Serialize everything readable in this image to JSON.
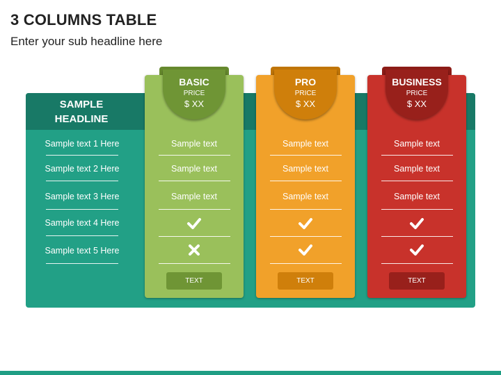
{
  "page": {
    "title": "3 COLUMNS TABLE",
    "subtitle": "Enter your sub headline here"
  },
  "features": {
    "headline": "SAMPLE\nHEADLINE",
    "rows": [
      "Sample text 1 Here",
      "Sample text 2 Here",
      "Sample text 3 Here",
      "Sample text 4 Here",
      "Sample text 5 Here"
    ]
  },
  "plans": [
    {
      "name": "BASIC",
      "price_label": "PRICE",
      "price": "$ XX",
      "cells": [
        "Sample text",
        "Sample text",
        "Sample text"
      ],
      "icons": [
        "check-icon",
        "cross-icon"
      ],
      "button": "TEXT",
      "color": "#9ac05b",
      "accent": "#6f9535"
    },
    {
      "name": "PRO",
      "price_label": "PRICE",
      "price": "$ XX",
      "cells": [
        "Sample text",
        "Sample text",
        "Sample text"
      ],
      "icons": [
        "check-icon",
        "check-icon"
      ],
      "button": "TEXT",
      "color": "#f1a12a",
      "accent": "#cf7f0b"
    },
    {
      "name": "BUSINESS",
      "price_label": "PRICE",
      "price": "$ XX",
      "cells": [
        "Sample text",
        "Sample text",
        "Sample text"
      ],
      "icons": [
        "check-icon",
        "check-icon"
      ],
      "button": "TEXT",
      "color": "#c8322b",
      "accent": "#98201b"
    }
  ],
  "colors": {
    "panel": "#22a086",
    "panel_header": "#187966",
    "bottom_bar": "#1f9e84"
  }
}
